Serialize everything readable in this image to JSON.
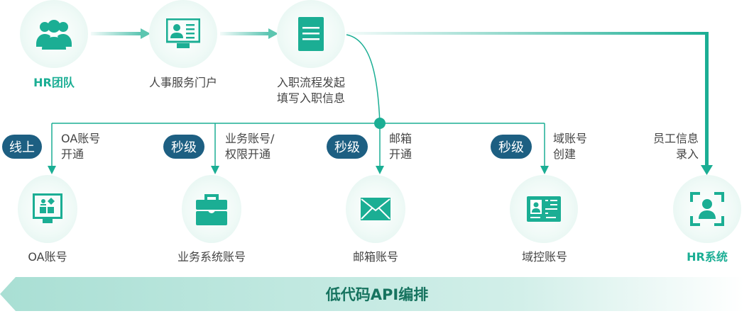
{
  "colors": {
    "accent": "#1bae94",
    "badge": "#1d5f82",
    "text": "#444444"
  },
  "top_nodes": [
    {
      "label": "HR团队",
      "icon": "team-icon"
    },
    {
      "label": "人事服务门户",
      "icon": "portal-monitor-icon"
    },
    {
      "label_line1": "入职流程发起",
      "label_line2": "填写入职信息",
      "icon": "document-icon"
    }
  ],
  "bottom_nodes": [
    {
      "label": "OA账号",
      "icon": "oa-monitor-icon"
    },
    {
      "label": "业务系统账号",
      "icon": "briefcase-icon"
    },
    {
      "label": "邮箱账号",
      "icon": "mail-icon"
    },
    {
      "label": "域控账号",
      "icon": "id-card-icon"
    },
    {
      "label": "HR系统",
      "icon": "face-scan-icon"
    }
  ],
  "badges": [
    "线上",
    "秒级",
    "秒级",
    "秒级"
  ],
  "notes": [
    {
      "line1": "OA账号",
      "line2": "开通"
    },
    {
      "line1": "业务账号/",
      "line2": "权限开通"
    },
    {
      "line1": "邮箱",
      "line2": "开通"
    },
    {
      "line1": "域账号",
      "line2": "创建"
    },
    {
      "line1": "员工信息",
      "line2": "录入"
    }
  ],
  "banner": "低代码API编排"
}
